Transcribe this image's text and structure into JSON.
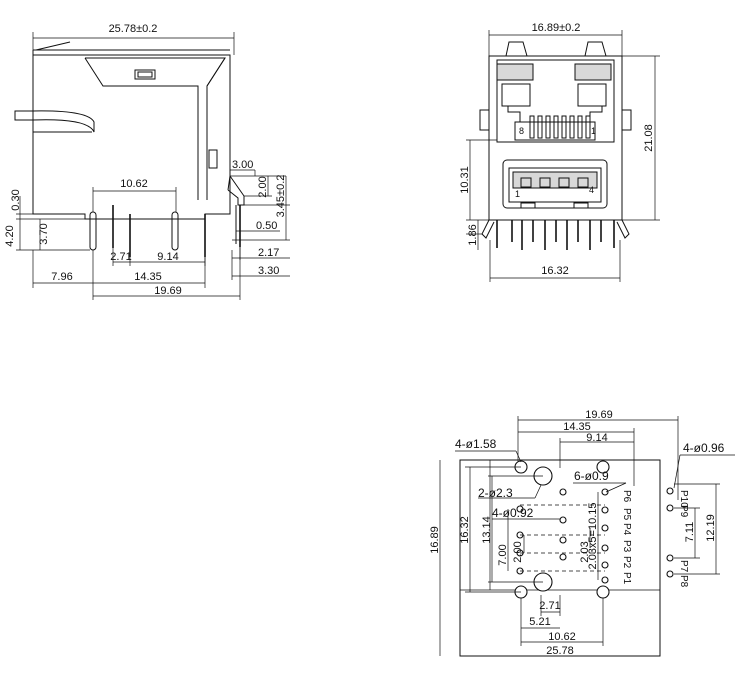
{
  "side_view": {
    "top_width": "25.78±0.2",
    "dim_3_00": "3.00",
    "dim_2_00": "2.00",
    "dim_3_45": "3.45±0.2",
    "dim_0_30": "0.30",
    "dim_10_62": "10.62",
    "dim_4_20": "4.20",
    "dim_3_70": "3.70",
    "dim_0_50": "0.50",
    "dim_2_17": "2.17",
    "dim_2_71": "2.71",
    "dim_9_14": "9.14",
    "dim_3_30": "3.30",
    "dim_7_96": "7.96",
    "dim_14_35": "14.35",
    "dim_19_69": "19.69"
  },
  "front_view": {
    "top_width": "16.89±0.2",
    "pin_8": "8",
    "pin_1": "1",
    "usb_1": "1",
    "usb_4": "4",
    "dim_21_08": "21.08",
    "dim_10_31": "10.31",
    "dim_1_86": "1.86",
    "bottom_width": "16.32"
  },
  "footprint": {
    "dim_19_69": "19.69",
    "dim_14_35": "14.35",
    "dim_9_14": "9.14",
    "hole_4_158": "4-ø1.58",
    "hole_4_096": "4-ø0.96",
    "hole_6_09": "6-ø0.9",
    "hole_2_23": "2-ø2.3",
    "hole_4_092": "4-ø0.92",
    "dim_16_89": "16.89",
    "dim_16_32": "16.32",
    "dim_13_14": "13.14",
    "dim_7_00": "7.00",
    "dim_2_00": "2.00",
    "dim_10_15": "2.03x5=10.15",
    "dim_2_03": "2.03",
    "dim_7_11": "7.11",
    "dim_12_19": "12.19",
    "dim_2_71": "2.71",
    "dim_5_21": "5.21",
    "dim_10_62": "10.62",
    "dim_25_78": "25.78",
    "p1": "P1",
    "p2": "P2",
    "p3": "P3",
    "p4": "P4",
    "p5": "P5",
    "p6": "P6",
    "p7": "P7",
    "p8": "P8",
    "p9": "P9",
    "p10": "P10"
  }
}
